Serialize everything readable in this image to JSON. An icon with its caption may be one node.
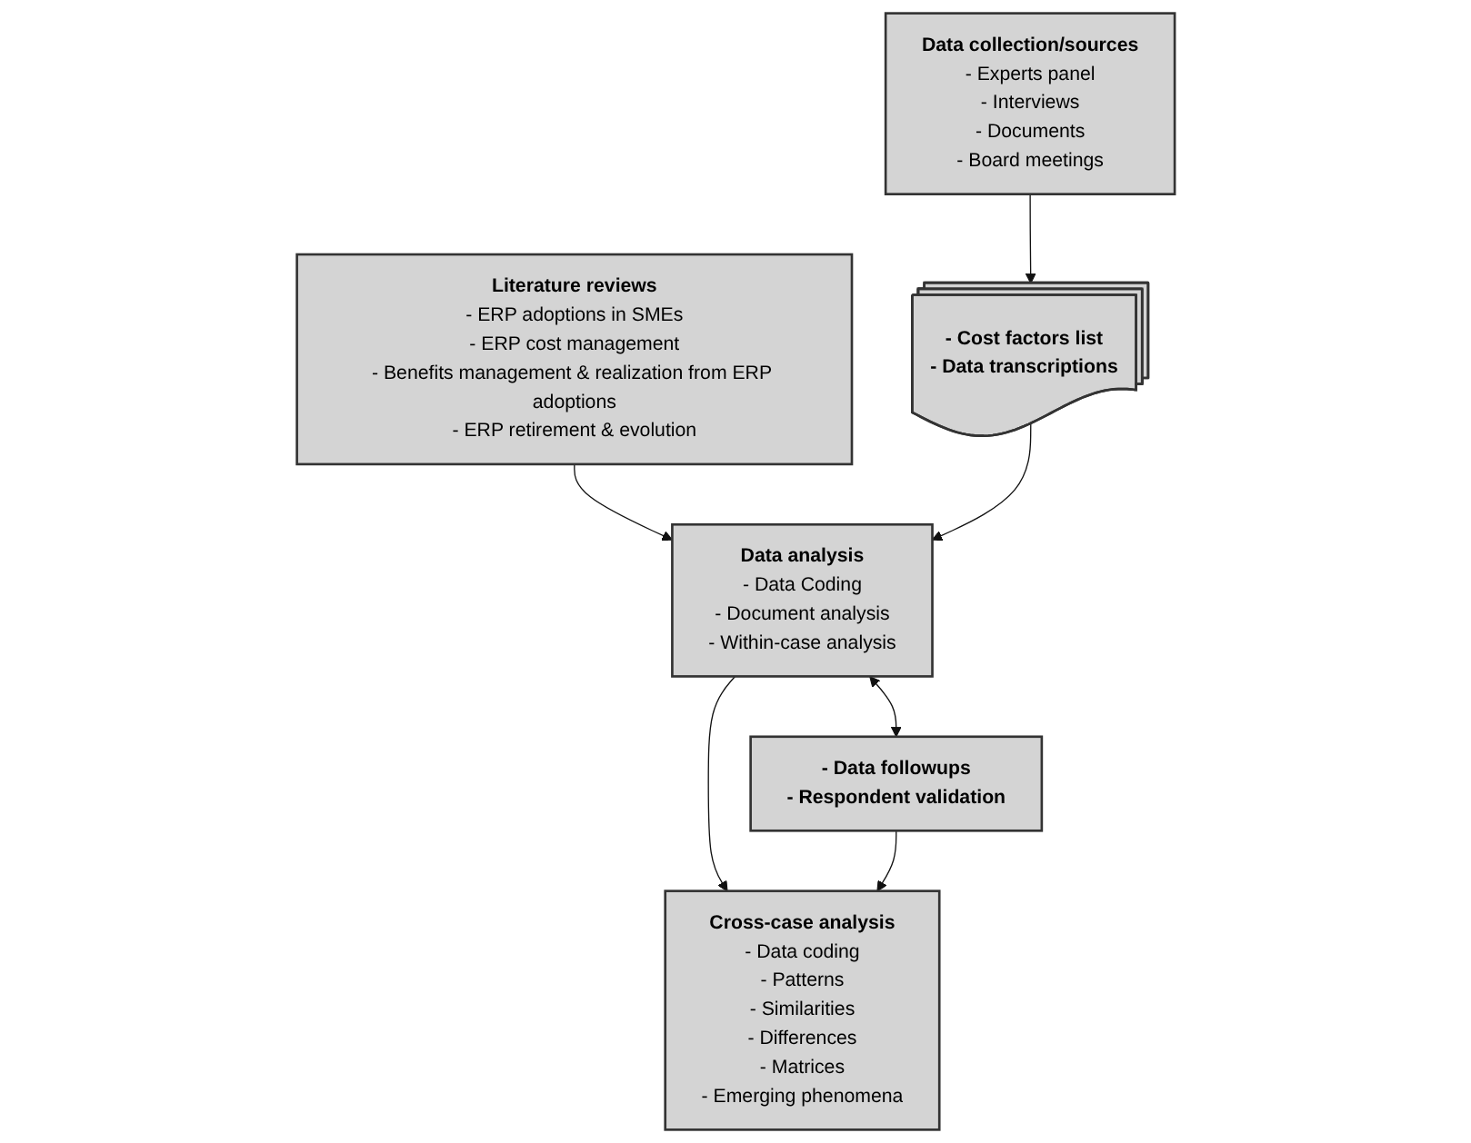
{
  "diagram": {
    "nodes": [
      {
        "text": [
          "Literature reviews",
          "- ERP adoptions in SMEs",
          "- ERP cost management",
          "- Benefits management & realization from ERP adoptions",
          "- ERP retirement & evolution"
        ]
      },
      {
        "text": [
          "Data collection/sources",
          "- Experts panel",
          "- Interviews",
          "- Documents",
          "- Board meetings"
        ]
      },
      {
        "text": [
          "Data analysis",
          "- Data Coding",
          "- Document analysis",
          "- Within-case analysis"
        ]
      },
      {
        "text": [
          "- Data followups",
          "- Respondent validation"
        ]
      },
      {
        "text": [
          "- Cost factors list",
          "- Data transcriptions"
        ]
      },
      {
        "text": [
          "Cross-case analysis",
          "- Data coding",
          "- Patterns",
          "- Similarities",
          "- Differences",
          "- Matrices",
          "- Emerging phenomena"
        ]
      }
    ],
    "edges": [
      {
        "from": 0,
        "to": 2,
        "arrow": "to"
      },
      {
        "from": 1,
        "to": 4,
        "arrow": "to"
      },
      {
        "from": 4,
        "to": 2,
        "arrow": "to"
      },
      {
        "from": 2,
        "to": 3,
        "arrow": "both"
      },
      {
        "from": 2,
        "to": 5,
        "arrow": "to"
      },
      {
        "from": 3,
        "to": 5,
        "arrow": "to"
      }
    ]
  }
}
